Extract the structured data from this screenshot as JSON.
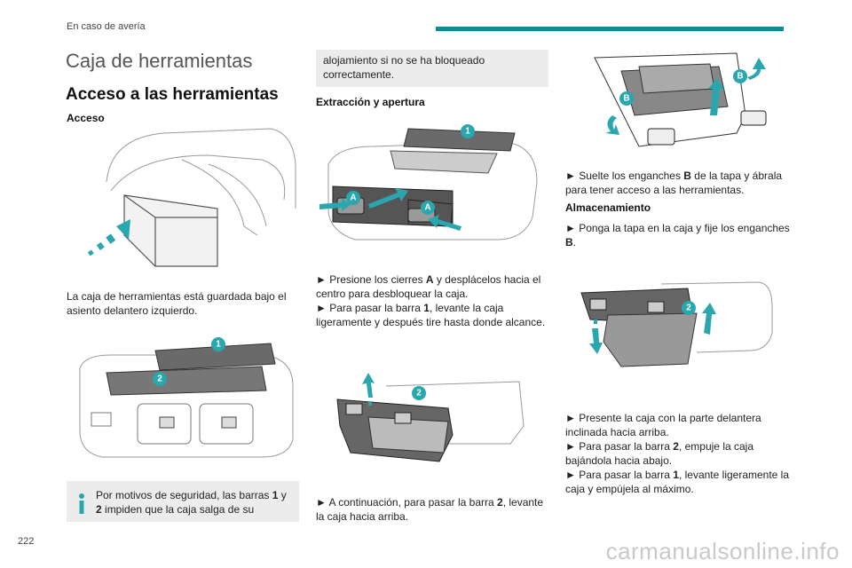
{
  "header": {
    "section": "En caso de avería"
  },
  "page": {
    "number": "222",
    "watermark": "carmanualsonline.info"
  },
  "title": "Caja de herramientas",
  "access": {
    "heading": "Acceso a las herramientas",
    "subheading": "Acceso",
    "text": "La caja de herramientas está guardada bajo el asiento delantero izquierdo.",
    "note": {
      "before_1": "Por motivos de seguridad, las barras ",
      "b1": "1",
      "mid": " y",
      "b2": "2",
      "after": " impiden que la caja salga de su",
      "continued": "alojamiento si no se ha bloqueado correctamente."
    }
  },
  "removal": {
    "heading": "Extracción y apertura",
    "step1_pre": "► Presione los cierres ",
    "step1_bold": "A",
    "step1_post": " y desplácelos hacia el centro para desbloquear la caja.",
    "step2_pre": "► Para pasar la barra ",
    "step2_bold": "1",
    "step2_post": ", levante la caja ligeramente y después tire hasta donde alcance.",
    "step3_pre": "► A continuación, para pasar la barra ",
    "step3_bold": "2",
    "step3_post": ", levante la caja hacia arriba.",
    "step4_pre": "► Suelte los enganches ",
    "step4_bold": "B",
    "step4_post": " de la tapa y ábrala para tener acceso a las herramientas."
  },
  "storage": {
    "heading": "Almacenamiento",
    "step1_pre": "► Ponga la tapa en la caja y fije los enganches ",
    "step1_bold": "B",
    "step1_post": ".",
    "step2": "► Presente la caja con la parte delantera inclinada hacia arriba.",
    "step3_pre": "► Para pasar la barra ",
    "step3_bold": "2",
    "step3_post": ", empuje la caja bajándola hacia abajo.",
    "step4_pre": "► Para pasar la barra ",
    "step4_bold": "1",
    "step4_post": ", levante ligeramente la caja y empújela al máximo."
  },
  "labels": {
    "one": "1",
    "two": "2",
    "a": "A",
    "b": "B"
  },
  "colors": {
    "accent": "#0e8b96",
    "badge": "#2aa7ae"
  }
}
